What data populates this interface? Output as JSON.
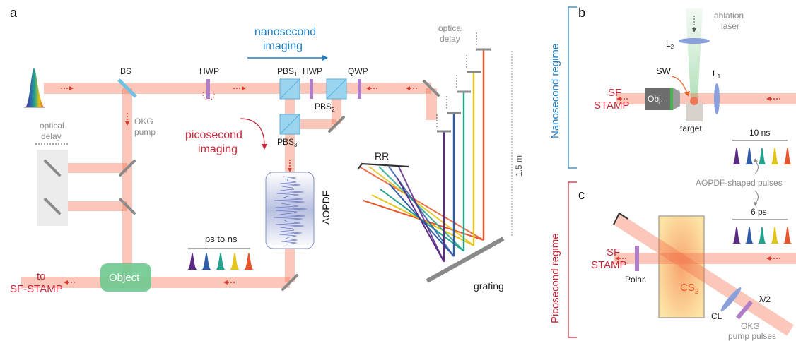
{
  "panels": {
    "a": "a",
    "b": "b",
    "c": "c"
  },
  "panel_a": {
    "bs": "BS",
    "hwp1": "HWP",
    "hwp2": "HWP",
    "qwp": "QWP",
    "pbs1_main": "PBS",
    "pbs1_sub": "1",
    "pbs2_main": "PBS",
    "pbs2_sub": "2",
    "pbs3_main": "PBS",
    "pbs3_sub": "3",
    "ns_imaging_line1": "nanosecond",
    "ns_imaging_line2": "imaging",
    "ps_imaging_line1": "picosecond",
    "ps_imaging_line2": "imaging",
    "okg_line1": "OKG",
    "okg_line2": "pump",
    "delay_left_line1": "optical",
    "delay_left_line2": "delay",
    "delay_right_line1": "optical",
    "delay_right_line2": "delay",
    "aopdf": "AOPDF",
    "rr": "RR",
    "length": "1.5 m",
    "ps_to_ns": "ps to ns",
    "object": "Object",
    "to_line1": "to",
    "to_line2": "SF-STAMP",
    "grating": "grating"
  },
  "panel_b": {
    "regime": "Nanosecond regime",
    "ablation_line1": "ablation",
    "ablation_line2": "laser",
    "l2_main": "L",
    "l2_sub": "2",
    "l1_main": "L",
    "l1_sub": "1",
    "sw": "SW",
    "obj": "Obj.",
    "sf_line1": "SF",
    "sf_line2": "STAMP",
    "target": "target",
    "spacing": "10 ns"
  },
  "middle": {
    "aopdf_shaped": "AOPDF-shaped pulses"
  },
  "panel_c": {
    "regime": "Picosecond regime",
    "spacing": "6 ps",
    "sf_line1": "SF",
    "sf_line2": "STAMP",
    "polar": "Polar.",
    "cs2_main": "CS",
    "cs2_sub": "2",
    "cl": "CL",
    "half_wave": "λ/2",
    "okg_line1": "OKG",
    "okg_line2": "pump pulses"
  },
  "colors": {
    "beam": "#f26b4a",
    "arrow_red": "#d93a2b",
    "label_red": "#c8283a",
    "label_blue": "#1f7fc4",
    "pulse_palette": [
      "#5b2a86",
      "#2f5da8",
      "#23a38e",
      "#e3c418",
      "#e8562a"
    ]
  },
  "icons": {
    "source_spectrum": "rainbow-spectrum-icon",
    "pulse_train": "gaussian-pulse-icon",
    "mirror": "mirror-icon",
    "beam_splitter": "cube-beam-splitter-icon"
  }
}
